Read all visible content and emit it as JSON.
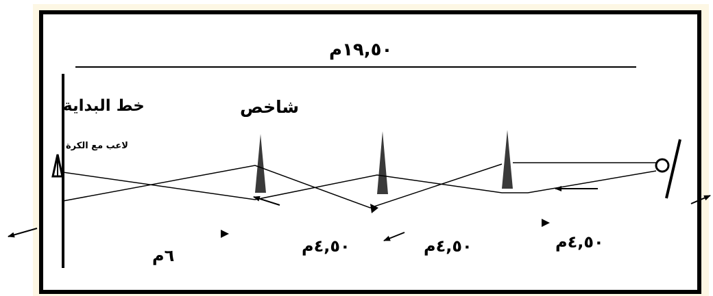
{
  "diagram": {
    "total_length": "١٩,٥٠م",
    "start_line_label": "خط البداية",
    "marker_label": "شاخص",
    "player_label": "لاعب مع الكرة",
    "segments": [
      "٦م",
      "٤,٥٠م",
      "٤,٥٠م",
      "٤,٥٠م"
    ]
  },
  "colors": {
    "frame_bg": "#fdf7e4",
    "border": "#000000",
    "cone": "#3a3a3a"
  }
}
